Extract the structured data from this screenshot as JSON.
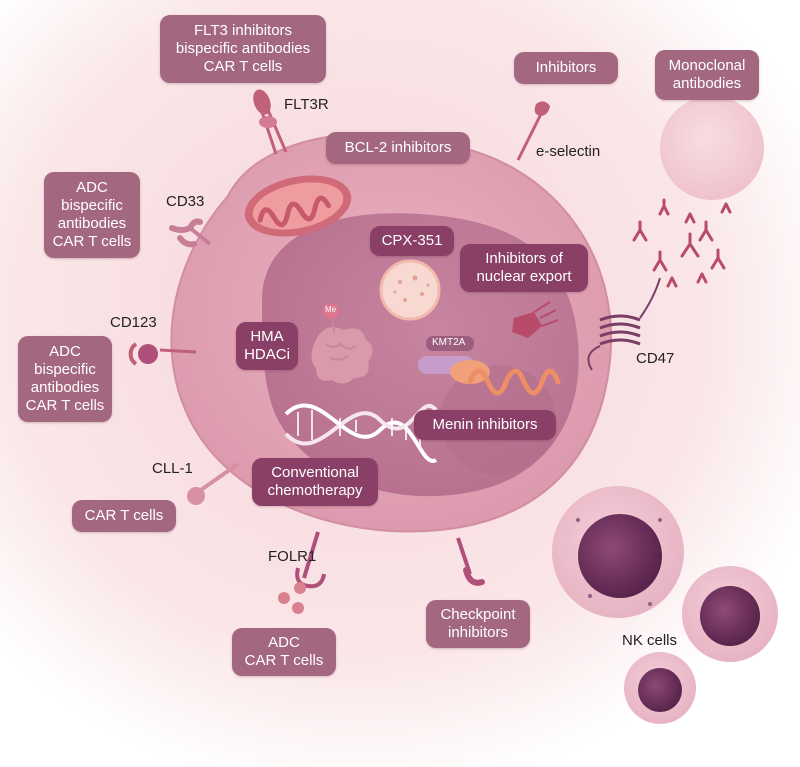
{
  "colors": {
    "box_fill": "#a36880",
    "box_dark_fill": "#8a3f66",
    "cell_fill": "#e2a3b4",
    "nucleus_fill": "#c98aa3",
    "nk_nucleus": "#6b2f5a",
    "background_glow": "#f6dcdf"
  },
  "therapy_boxes": {
    "flt3": [
      "FLT3 inhibitors",
      "bispecific antibodies",
      "CAR T cells"
    ],
    "inhibitors": [
      "Inhibitors"
    ],
    "monoclonal": [
      "Monoclonal",
      "antibodies"
    ],
    "bcl2": [
      "BCL-2 inhibitors"
    ],
    "cd33": [
      "ADC",
      "bispecific",
      "antibodies",
      "CAR T cells"
    ],
    "cpx": [
      "CPX-351"
    ],
    "nuclear_export": [
      "Inhibitors of",
      "nuclear export"
    ],
    "cd123": [
      "ADC",
      "bispecific",
      "antibodies",
      "CAR T cells"
    ],
    "hma": [
      "HMA",
      "HDACi"
    ],
    "menin": [
      "Menin inhibitors"
    ],
    "conventional": [
      "Conventional",
      "chemotherapy"
    ],
    "cll1": [
      "CAR T cells"
    ],
    "folr1": [
      "ADC",
      "CAR T cells"
    ],
    "checkpoint": [
      "Checkpoint",
      "inhibitors"
    ]
  },
  "target_labels": {
    "flt3r": "FLT3R",
    "eselectin": "e-selectin",
    "cd33": "CD33",
    "cd123": "CD123",
    "cd47": "CD47",
    "cll1": "CLL-1",
    "folr1": "FOLR1",
    "nk_cells": "NK cells"
  },
  "tags": {
    "kmt2a": "KMT2A",
    "me": "Me"
  },
  "icons": [
    "mitochondrion-icon",
    "dna-helix-icon",
    "liposome-icon",
    "antibody-icon",
    "nk-cell-icon",
    "receptor-icon"
  ]
}
